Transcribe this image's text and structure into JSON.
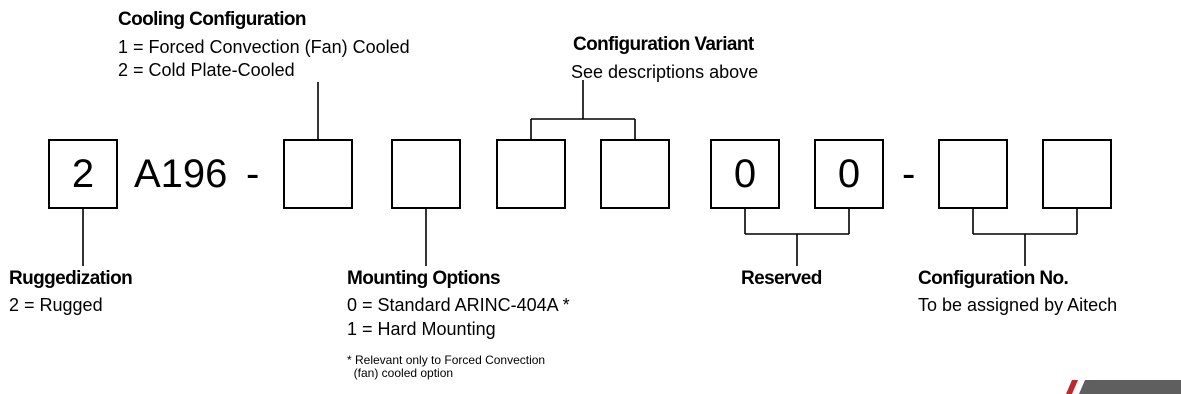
{
  "code": {
    "box1_value": "2",
    "model_text": "A196",
    "dash1": "-",
    "box7_value": "0",
    "box8_value": "0",
    "dash2": "-"
  },
  "cooling": {
    "title": "Cooling Configuration",
    "lines": [
      "1 = Forced Convection (Fan) Cooled",
      "2 = Cold Plate-Cooled"
    ]
  },
  "variant": {
    "title": "Configuration Variant",
    "lines": [
      "See descriptions above"
    ]
  },
  "ruggedization": {
    "title": "Ruggedization",
    "lines": [
      "2 = Rugged"
    ]
  },
  "mounting": {
    "title": "Mounting Options",
    "lines": [
      "0 = Standard ARINC-404A *",
      "1 = Hard Mounting"
    ],
    "note": [
      "* Relevant only to Forced Convection",
      "  (fan) cooled option"
    ]
  },
  "reserved": {
    "title": "Reserved"
  },
  "config_no": {
    "title": "Configuration No.",
    "lines": [
      "To be assigned by Aitech"
    ]
  },
  "colors": {
    "accent_red": "#c0282d",
    "corner_gray": "#5f5f5f"
  }
}
